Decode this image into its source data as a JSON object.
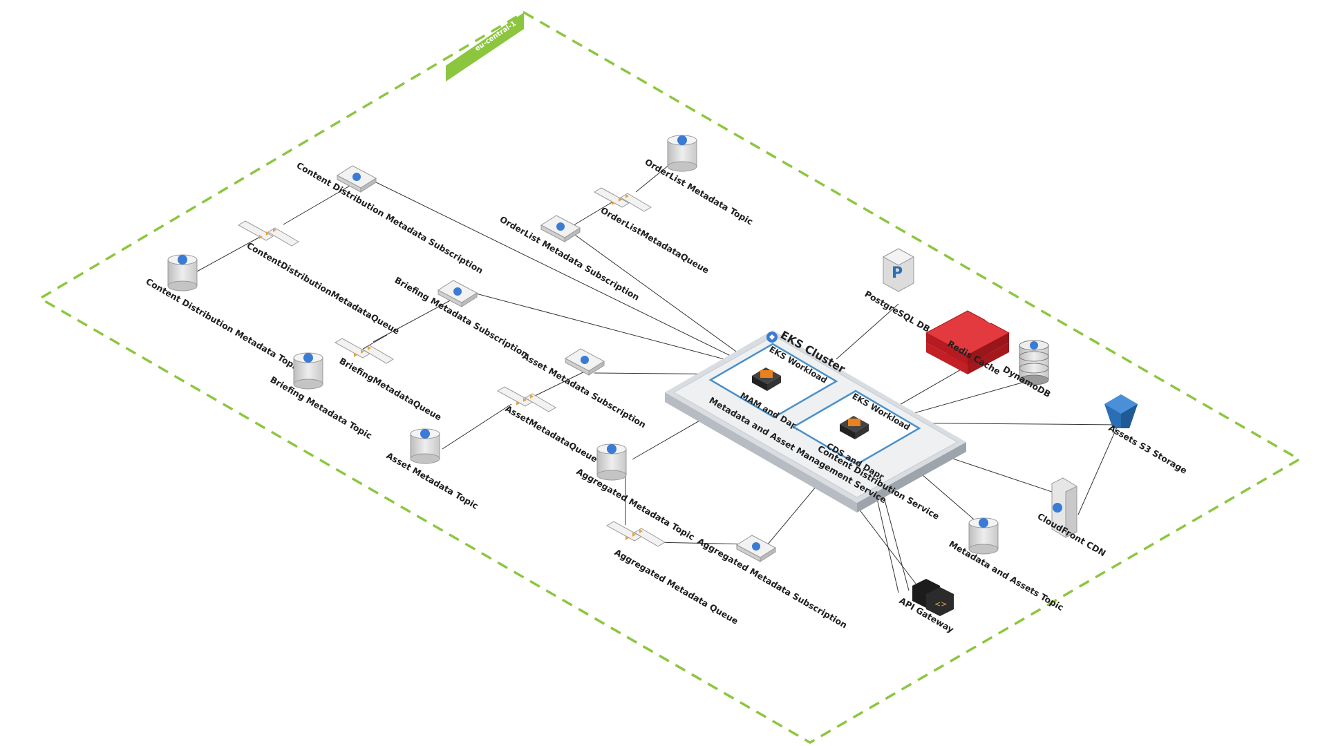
{
  "region": {
    "label": "eu-central-1",
    "color": "#8cc63f"
  },
  "cluster": {
    "title": "EKS Cluster",
    "service_label": "Metadata and Asset Management Service"
  },
  "workloads": [
    {
      "id": "mam",
      "header": "EKS Workload",
      "label": "MAM and Dapr"
    },
    {
      "id": "cds",
      "header": "EKS Workload",
      "label": "CDS and Dapr"
    }
  ],
  "cds_service_label": "Content Distribution Service",
  "nodes": {
    "content_distribution_subscription": "Content Distribution Metadata Subscription",
    "content_distribution_queue": "ContentDistributionMetadataQueue",
    "content_distribution_topic": "Content Distribution Metadata Topic",
    "orderlist_topic": "OrderList Metadata Topic",
    "orderlist_queue": "OrderListMetadataQueue",
    "orderlist_subscription": "OrderList Metadata Subscription",
    "briefing_subscription": "Briefing Metadata Subscription",
    "briefing_queue": "BriefingMetadataQueue",
    "briefing_topic": "Briefing Metadata Topic",
    "asset_subscription": "Asset Metadata Subscription",
    "asset_queue": "AssetMetadataQueue",
    "asset_topic": "Asset Metadata Topic",
    "aggregated_topic": "Aggregated Metadata Topic",
    "aggregated_queue": "Aggregated Metadata Queue",
    "aggregated_subscription": "Aggregated Metadata Subscription",
    "postgres": "PostgreSQL DB",
    "redis": "Redis Cache",
    "dynamodb": "DynamoDB",
    "s3": "Assets S3 Storage",
    "cloudfront": "CloudFront CDN",
    "metadata_assets_topic": "Metadata and Assets Topic",
    "api_gateway": "API Gateway"
  },
  "icons": {
    "topic": "sns-topic-icon",
    "queue": "sqs-queue-icon",
    "subscription": "subscription-icon",
    "postgres": "postgresql-icon",
    "redis": "redis-icon",
    "dynamodb": "dynamodb-icon",
    "s3": "s3-bucket-icon",
    "cloudfront": "cloudfront-icon",
    "api_gateway": "api-gateway-icon",
    "workload": "chip-icon",
    "eks": "eks-icon"
  },
  "colors": {
    "redis": "#d6252b",
    "s3": "#2a6eb5",
    "topic_badge": "#3a7bd5",
    "workload_chip": "#e8821e"
  }
}
